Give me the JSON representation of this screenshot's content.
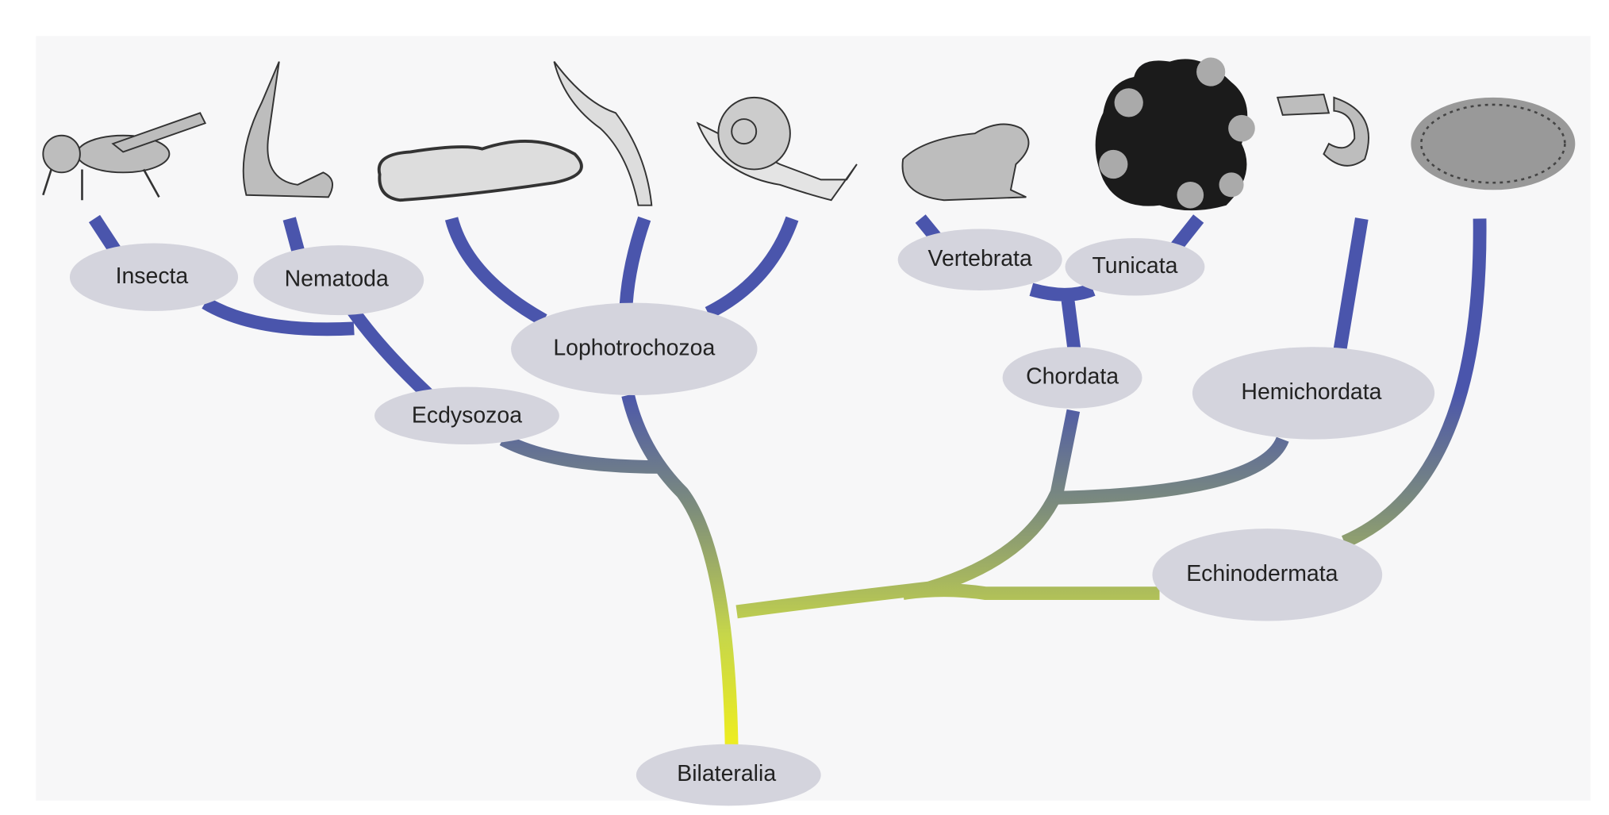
{
  "diagram": {
    "type": "phylogenetic-tree",
    "root": "Bilateralia",
    "nodes": {
      "insecta": "Insecta",
      "nematoda": "Nematoda",
      "lophotrochozoa": "Lophotrochozoa",
      "ecdysozoa": "Ecdysozoa",
      "vertebrata": "Vertebrata",
      "tunicata": "Tunicata",
      "chordata": "Chordata",
      "hemichordata": "Hemichordata",
      "echinodermata": "Echinodermata",
      "bilateralia": "Bilateralia"
    },
    "colors": {
      "branch_top": "#4a55ac",
      "branch_bottom": "#e8e82a",
      "node_fill": "#d4d4dd",
      "panel": "#f7f7f8"
    }
  }
}
